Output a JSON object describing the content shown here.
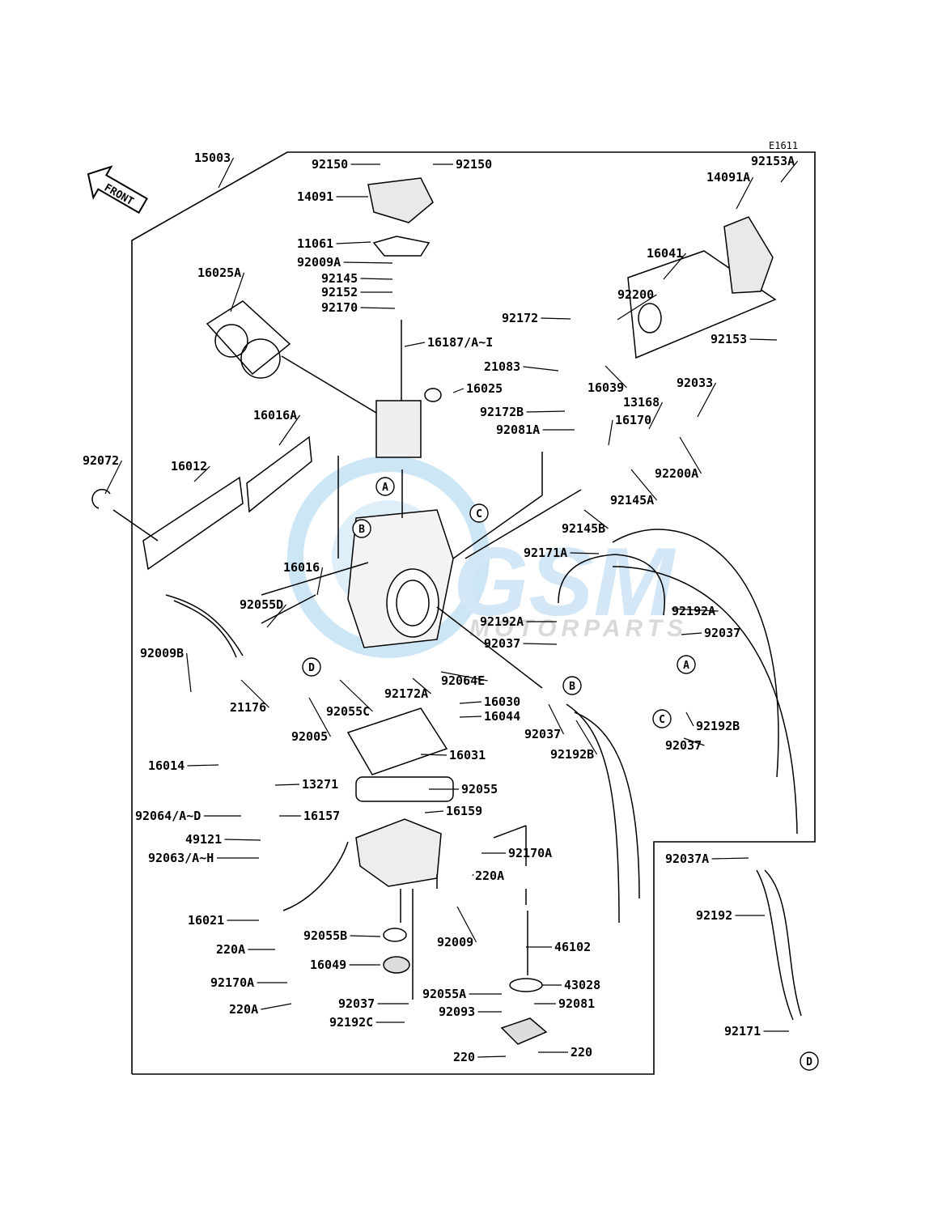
{
  "diagram": {
    "code": "E1611",
    "front_label": "FRONT",
    "watermark": {
      "brand": "GSM",
      "tagline": "MOTORPARTS"
    },
    "labels": [
      "15003",
      "92150",
      "92150",
      "14091",
      "11061",
      "92009A",
      "92145",
      "92152",
      "92170",
      "16025A",
      "16187/A~I",
      "16025",
      "92172",
      "21083",
      "92200",
      "16039",
      "16041",
      "14091A",
      "92153A",
      "92153",
      "92033",
      "13168",
      "92172B",
      "16170",
      "92081A",
      "92200A",
      "92145A",
      "16016A",
      "16012",
      "92072",
      "92145B",
      "92171A",
      "16016",
      "92055D",
      "92192A",
      "92192A",
      "92037",
      "92037",
      "92009B",
      "21176",
      "92064E",
      "92172A",
      "16030",
      "16044",
      "92037",
      "92055C",
      "92005",
      "16031",
      "92192B",
      "92192B",
      "92037",
      "16014",
      "13271",
      "92055",
      "92064/A~D",
      "16157",
      "16159",
      "49121",
      "92063/A~H",
      "92170A",
      "220A",
      "16021",
      "92055B",
      "92009",
      "46102",
      "220A",
      "16049",
      "92170A",
      "43028",
      "92055A",
      "220A",
      "92037",
      "92093",
      "92081",
      "92192C",
      "220",
      "220",
      "92037A",
      "92192",
      "92171"
    ],
    "callouts": [
      "A",
      "B",
      "C",
      "D",
      "A",
      "B",
      "C",
      "D"
    ]
  }
}
